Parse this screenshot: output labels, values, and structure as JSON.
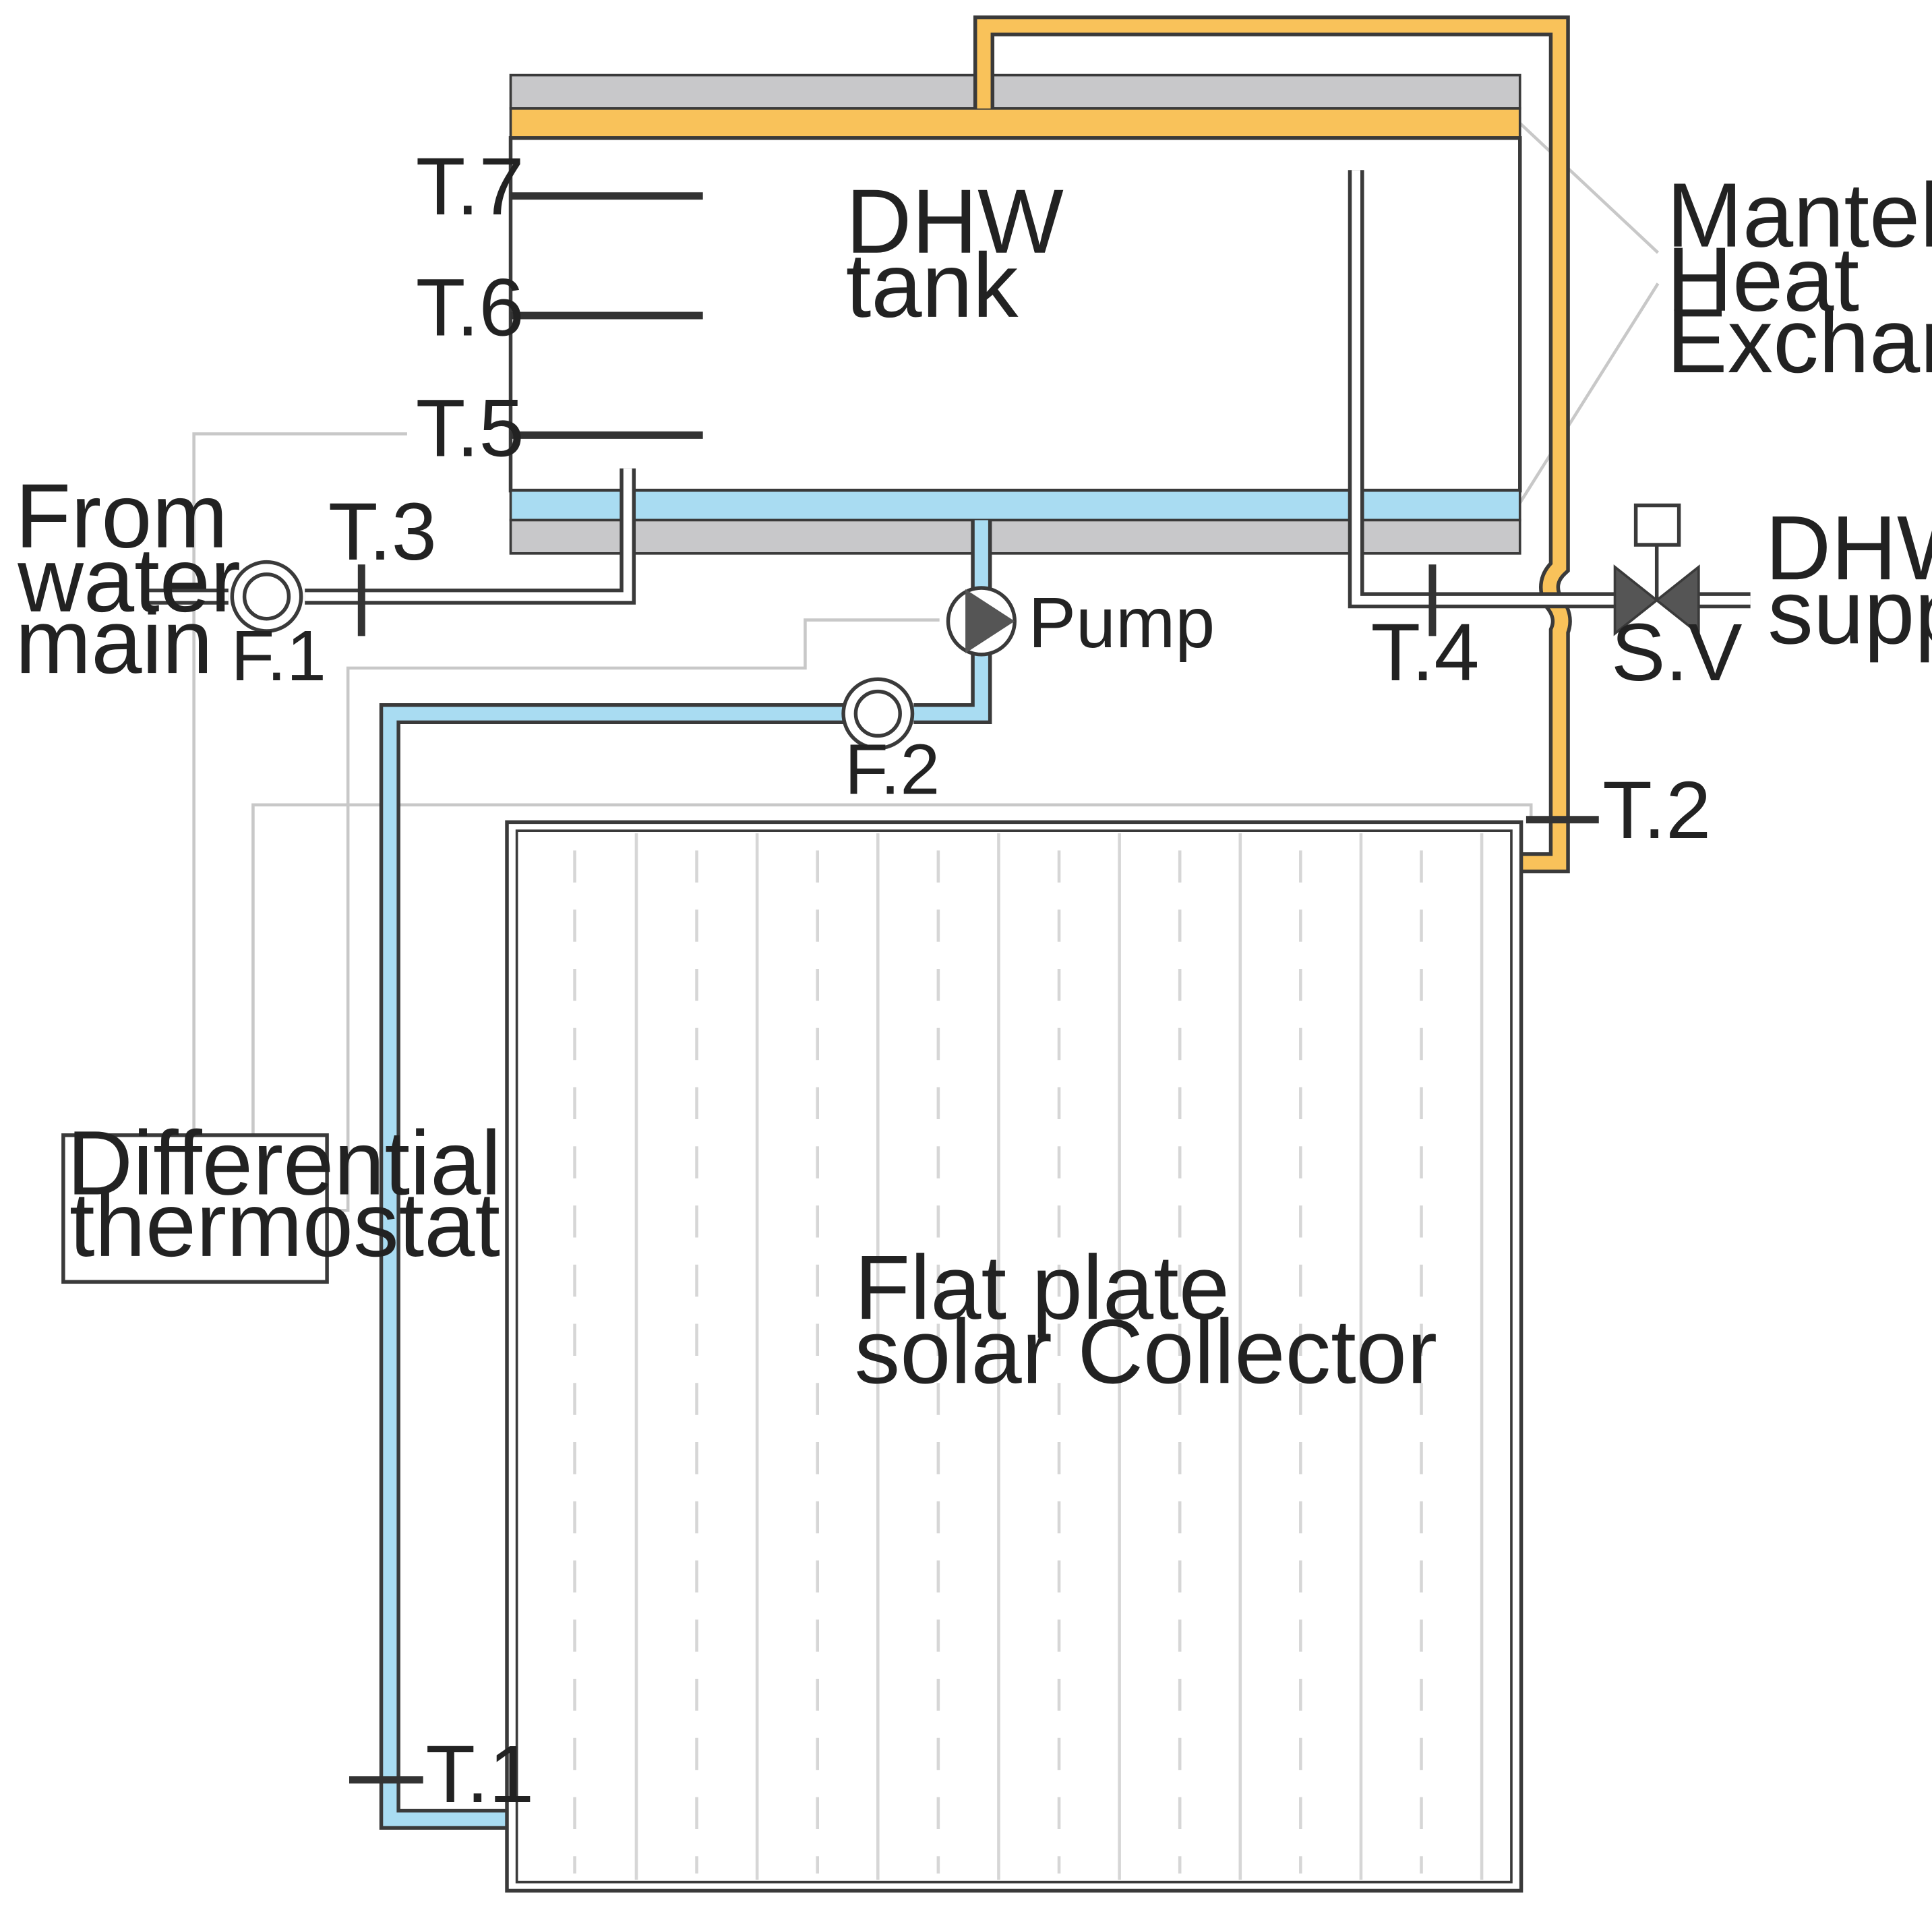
{
  "labels": {
    "tank_line1": "DHW",
    "tank_line2": "tank",
    "mantel_line1": "Mantel",
    "mantel_line2": "Heat",
    "mantel_line3": "Exchanger",
    "from_line1": "From",
    "from_line2": "water",
    "from_line3": "main",
    "dhw_line1": "DHW",
    "dhw_line2": "supply",
    "collector_line1": "Flat plate",
    "collector_line2": "solar Collector",
    "thermostat_line1": "Differential",
    "thermostat_line2": "thermostat",
    "pump": "Pump",
    "sv": "S.V",
    "f1": "F.1",
    "f2": "F.2",
    "t1": "T.1",
    "t2": "T.2",
    "t3": "T.3",
    "t4": "T.4",
    "t5": "T.5",
    "t6": "T.6",
    "t7": "T.7"
  },
  "colors": {
    "hot_loop": "#F9C25A",
    "cold_loop": "#A9DCF2",
    "insulation": "#C8C8CA",
    "outline": "#3A3A3A",
    "signal_wire": "#C8C8C8",
    "collector_stripes": "#D6D6D6"
  }
}
